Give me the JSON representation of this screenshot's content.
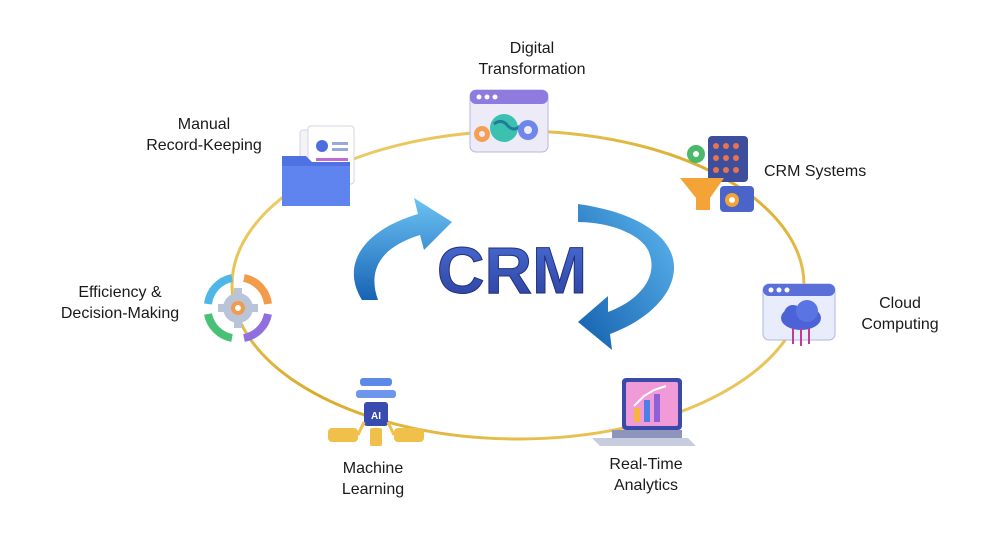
{
  "center": {
    "text": "CRM"
  },
  "nodes": [
    {
      "id": "digital",
      "lines": [
        "Digital",
        "Transformation"
      ],
      "icon": "browser-globe-gears-icon"
    },
    {
      "id": "crm",
      "lines": [
        "CRM Systems"
      ],
      "icon": "funnel-dashboard-icon"
    },
    {
      "id": "cloud",
      "lines": [
        "Cloud",
        "Computing"
      ],
      "icon": "cloud-server-window-icon"
    },
    {
      "id": "realtime",
      "lines": [
        "Real-Time",
        "Analytics"
      ],
      "icon": "laptop-chart-icon"
    },
    {
      "id": "ml",
      "lines": [
        "Machine",
        "Learning"
      ],
      "icon": "ai-chip-flow-icon"
    },
    {
      "id": "efficiency",
      "lines": [
        "Efficiency &",
        "Decision-Making"
      ],
      "icon": "gear-cycle-icon"
    },
    {
      "id": "manual",
      "lines": [
        "Manual",
        "Record-Keeping"
      ],
      "icon": "folder-documents-icon"
    }
  ],
  "colors": {
    "ring": "#e2bd4a",
    "arrow_light": "#5fb6ee",
    "arrow_dark": "#1569b8",
    "crm_text": "#3553b8",
    "label": "#1a1a1a"
  }
}
